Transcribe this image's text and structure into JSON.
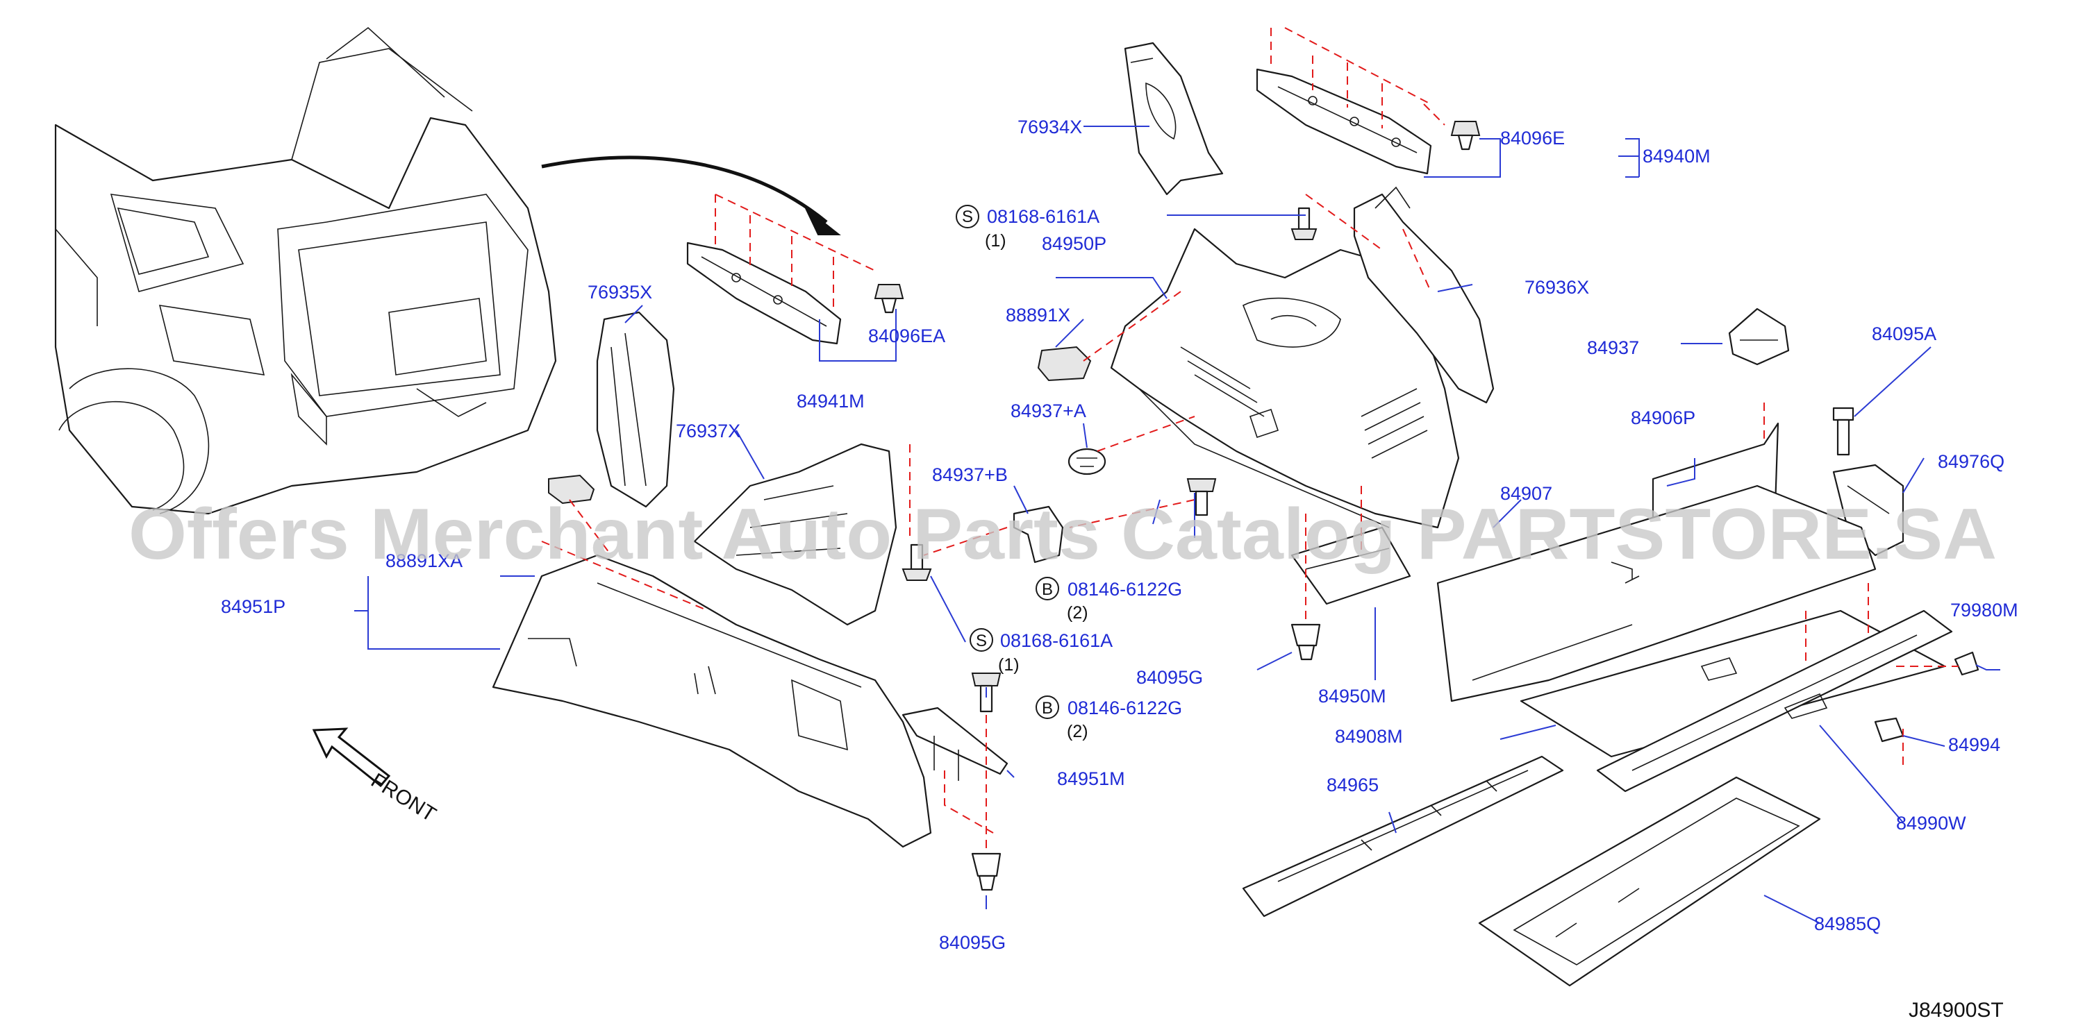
{
  "diagram_id": "J84900ST",
  "watermark": "Offers Merchant Auto Parts Catalog PARTSTORE.SA",
  "front_label": "FRONT",
  "parts": [
    "76934X",
    "84096E",
    "84940M",
    "84950P",
    "88891X",
    "76936X",
    "84937+A",
    "84937",
    "84095A",
    "76935X",
    "84096EA",
    "84941M",
    "76937X",
    "84937+B",
    "84906P",
    "84976Q",
    "84907",
    "88891XA",
    "84951P",
    "84095G",
    "84950M",
    "79980M",
    "84908M",
    "84994",
    "84965",
    "84990W",
    "84985Q",
    "84951M"
  ],
  "fasteners": [
    {
      "symbol": "S",
      "code": "08168-6161A",
      "qty": "(1)"
    },
    {
      "symbol": "B",
      "code": "08146-6122G",
      "qty": "(2)"
    },
    {
      "symbol": "S",
      "code": "08168-6161A",
      "qty": "(1)"
    },
    {
      "symbol": "B",
      "code": "08146-6122G",
      "qty": "(2)"
    }
  ],
  "colors": {
    "label": "#1f2bd6",
    "leader": "#2b3bd4",
    "dashed_guide": "#e21b1b",
    "linework": "#1a1a1a",
    "watermark": "#c9c9c9"
  }
}
